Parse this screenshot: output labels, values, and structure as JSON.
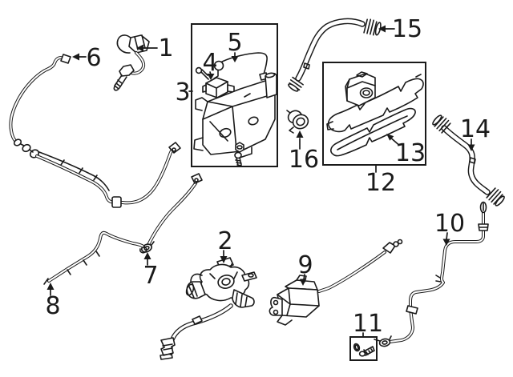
{
  "diagram": {
    "kind": "automotive-parts-line-diagram",
    "background_color": "#ffffff",
    "line_color": "#1a1a1a"
  },
  "callouts": {
    "c1": {
      "label": "1",
      "part": "oxygen-sensor"
    },
    "c2": {
      "label": "2",
      "part": "pump-valve-assembly"
    },
    "c3": {
      "label": "3",
      "part": "vapor-canister-assembly"
    },
    "c4": {
      "label": "4",
      "part": "purge-valve"
    },
    "c5": {
      "label": "5",
      "part": "canister-hose"
    },
    "c6": {
      "label": "6",
      "part": "vent-tube"
    },
    "c7": {
      "label": "7",
      "part": "tube-connector"
    },
    "c8": {
      "label": "8",
      "part": "vapor-tube"
    },
    "c9": {
      "label": "9",
      "part": "egr-valve-with-sensor"
    },
    "c10": {
      "label": "10",
      "part": "sensor-tube"
    },
    "c11": {
      "label": "11",
      "part": "bolt-and-seal-kit"
    },
    "c12": {
      "label": "12",
      "part": "oil-separator-assembly"
    },
    "c13": {
      "label": "13",
      "part": "gasket"
    },
    "c14": {
      "label": "14",
      "part": "breather-hose"
    },
    "c15": {
      "label": "15",
      "part": "vent-hose"
    },
    "c16": {
      "label": "16",
      "part": "hose-clamp"
    }
  }
}
